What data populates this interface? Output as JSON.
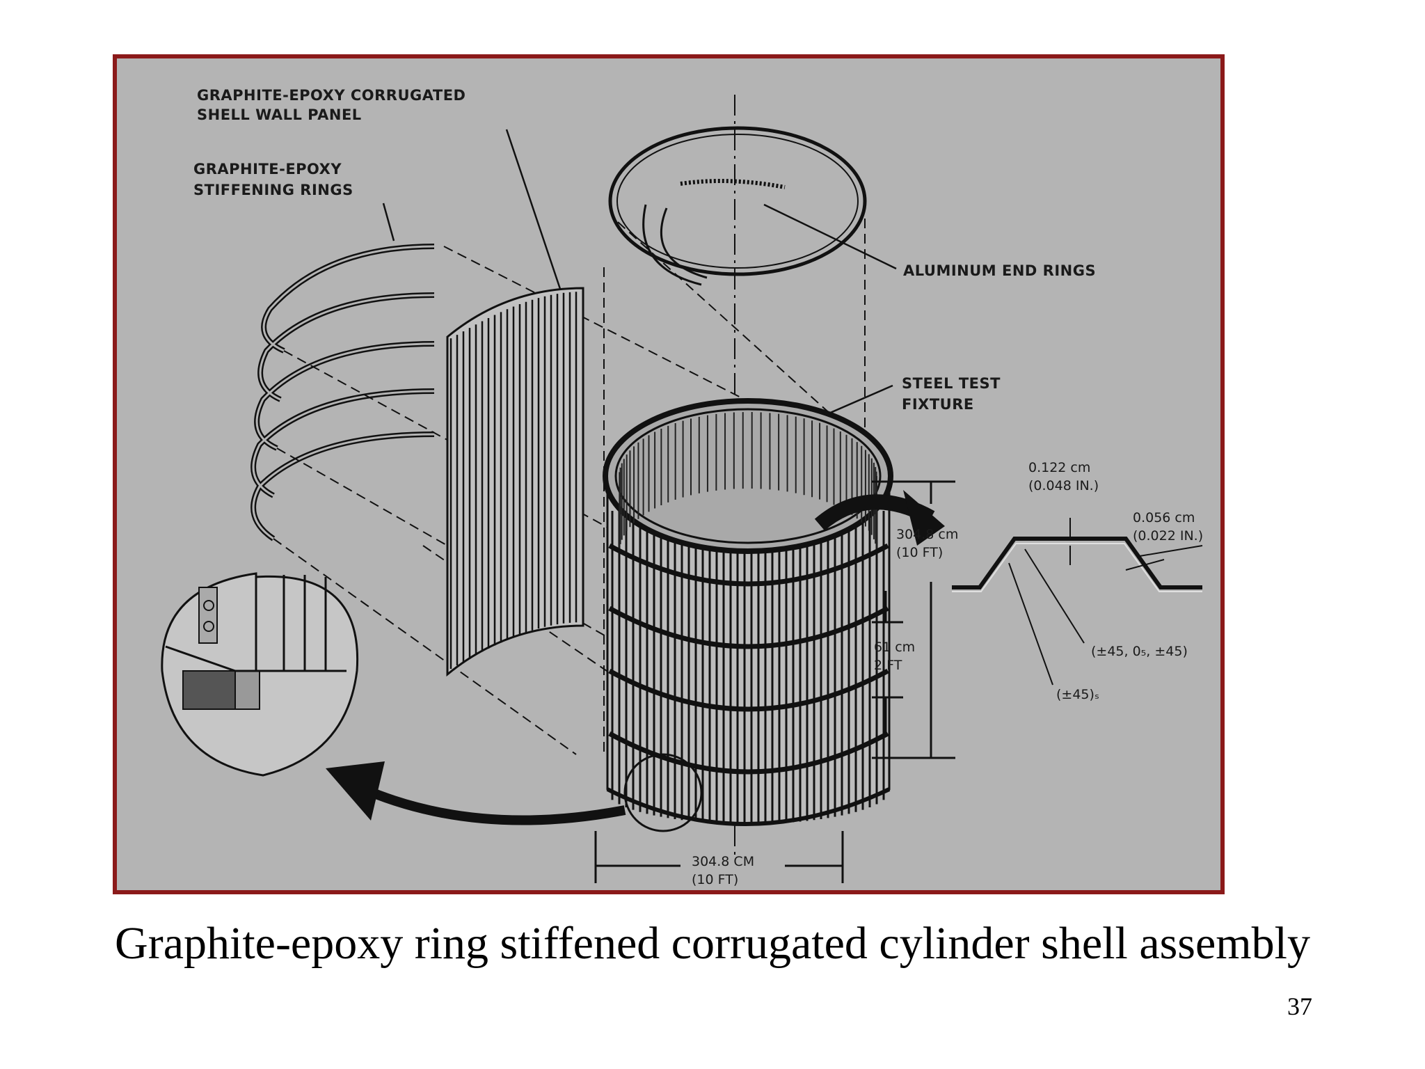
{
  "diagram": {
    "labels": {
      "shell_panel_1": "GRAPHITE-EPOXY CORRUGATED",
      "shell_panel_2": "SHELL WALL PANEL",
      "stiff_rings_1": "GRAPHITE-EPOXY",
      "stiff_rings_2": "STIFFENING RINGS",
      "end_rings": "ALUMINUM END RINGS",
      "fixture_1": "STEEL TEST",
      "fixture_2": "FIXTURE"
    },
    "dimensions": {
      "height_cm": "304.8 cm",
      "height_ft": "(10 FT)",
      "spacing_cm": "61 cm",
      "spacing_ft": "2 FT",
      "diameter_cm": "304.8 CM",
      "diameter_ft": "(10 FT)",
      "corr_thick_cm": "0.122 cm",
      "corr_thick_in": "(0.048 IN.)",
      "face_thick_cm": "0.056 cm",
      "face_thick_in": "(0.022 IN.)",
      "layup_1": "(±45, 0₅, ±45)",
      "layup_2": "(±45)ₛ"
    }
  },
  "caption": "Graphite-epoxy ring stiffened corrugated cylinder shell assembly",
  "page_number": "37"
}
